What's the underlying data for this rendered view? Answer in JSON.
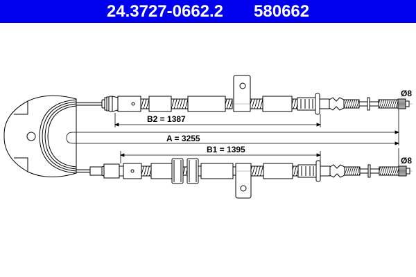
{
  "header": {
    "part_number": "24.3727-0662.2",
    "ref_number": "580662",
    "background_color": "#0000ee",
    "text_color": "#ffffff"
  },
  "dimensions": {
    "a_label": "A = 3255",
    "b1_label": "B1 = 1395",
    "b2_label": "B2 = 1387",
    "diameter_top": "Ø8",
    "diameter_bottom": "Ø8"
  },
  "components": {
    "upper_cable": "upper-brake-cable",
    "lower_cable": "lower-brake-cable",
    "equalizer": "u-shaped-equalizer-bracket",
    "upper_bracket": "upper-mounting-bracket",
    "lower_bracket": "lower-mounting-bracket",
    "adjuster": "lower-adjuster-nuts"
  }
}
